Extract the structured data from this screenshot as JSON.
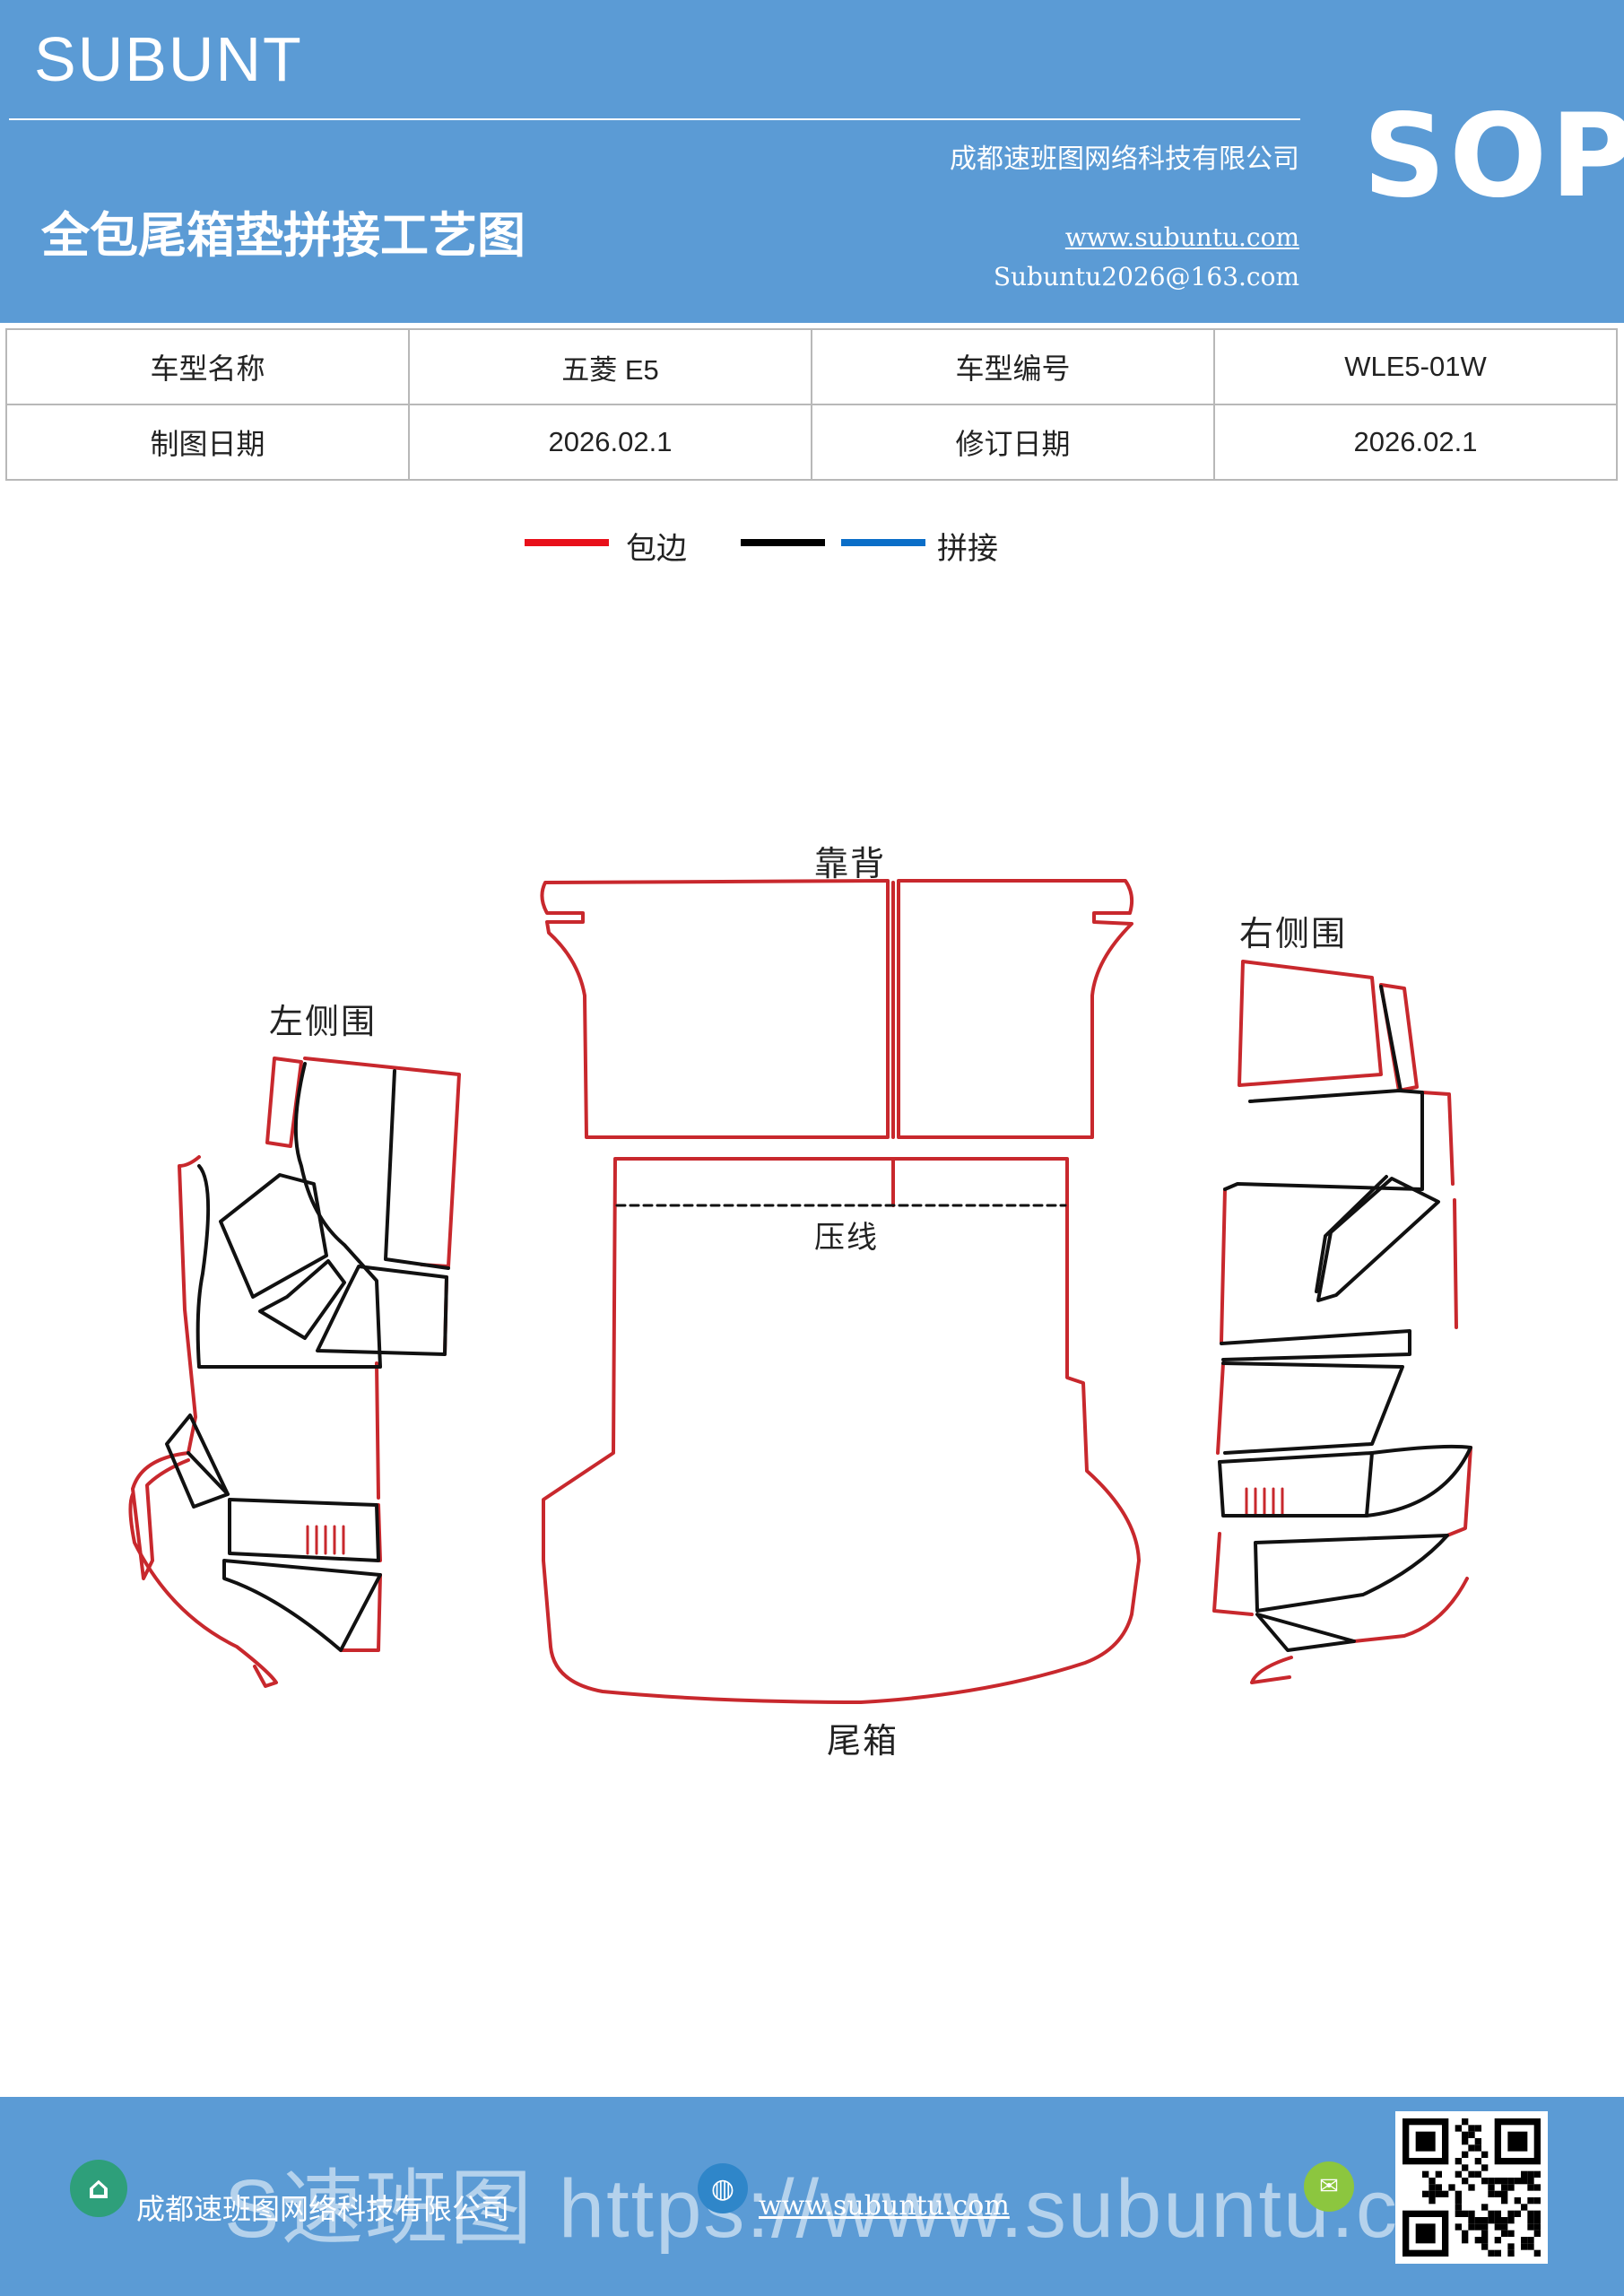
{
  "header": {
    "brand": "SUBUNT",
    "company": "成都速班图网络科技有限公司",
    "title": "全包尾箱垫拼接工艺图",
    "website": "www.subuntu.com",
    "email": "Subuntu2026@163.com",
    "sop": "SOP"
  },
  "info": {
    "model_name_label": "车型名称",
    "model_name": "五菱 E5",
    "model_code_label": "车型编号",
    "model_code": "WLE5-01W",
    "draw_date_label": "制图日期",
    "draw_date": "2026.02.1",
    "revise_date_label": "修订日期",
    "revise_date": "2026.02.1"
  },
  "legend": {
    "items": [
      {
        "label": "包边",
        "color": "#e8101a"
      },
      {
        "label": "",
        "color": "#000000"
      },
      {
        "label": "拼接",
        "color": "#0a6ec8"
      }
    ]
  },
  "diagram": {
    "backrest": "靠背",
    "left_side": "左侧围",
    "right_side": "右侧围",
    "press_line": "压线",
    "trunk": "尾箱",
    "edge_color": "#c8282d",
    "seam_color": "#111111"
  },
  "footer": {
    "company": "成都速班图网络科技有限公司",
    "website": "www.subuntu.com",
    "watermark": "S速班图 https://www.subuntu.com"
  }
}
